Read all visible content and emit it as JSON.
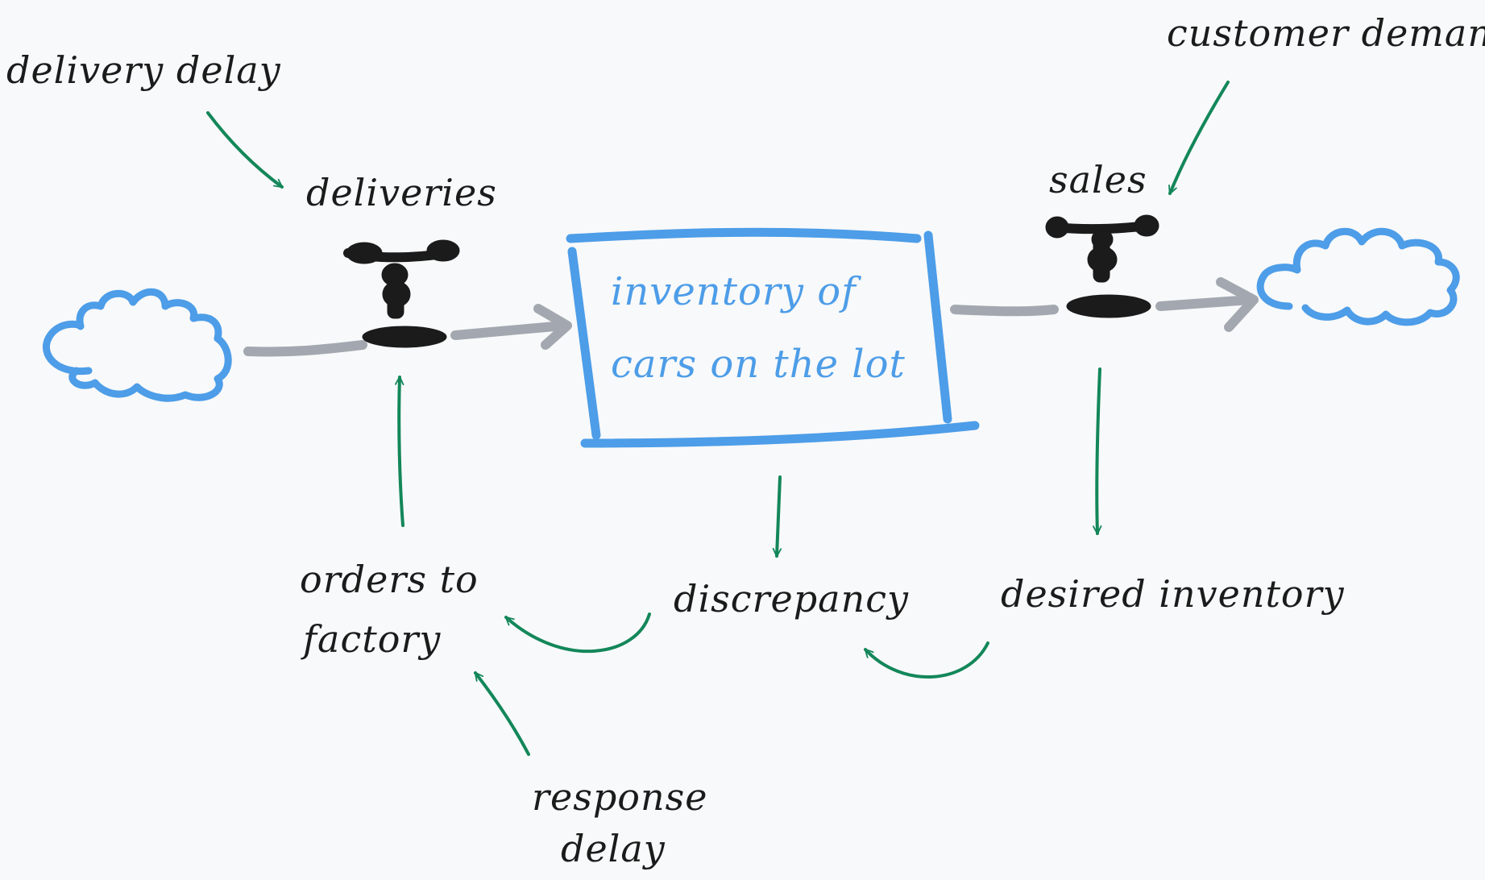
{
  "stock": {
    "line1": "inventory of",
    "line2": "cars on the lot"
  },
  "flows": {
    "inflow": "deliveries",
    "outflow": "sales"
  },
  "variables": {
    "delivery_delay": "delivery delay",
    "customer_demand": "customer demand",
    "orders_line1": "orders to",
    "orders_line2": "factory",
    "discrepancy": "discrepancy",
    "desired_inventory": "desired inventory",
    "response_line1": "response",
    "response_line2": "delay"
  },
  "colors": {
    "background": "#f8f9fa",
    "stock": "#4d9de8",
    "cloud": "#4d9de8",
    "flow_pipe": "#a3a8b0",
    "valve": "#1b1b1b",
    "link": "#13875a",
    "text": "#1b1b1b"
  },
  "icons": {
    "source": "cloud-icon",
    "sink": "cloud-icon",
    "inflow_valve": "valve-icon",
    "outflow_valve": "valve-icon"
  }
}
